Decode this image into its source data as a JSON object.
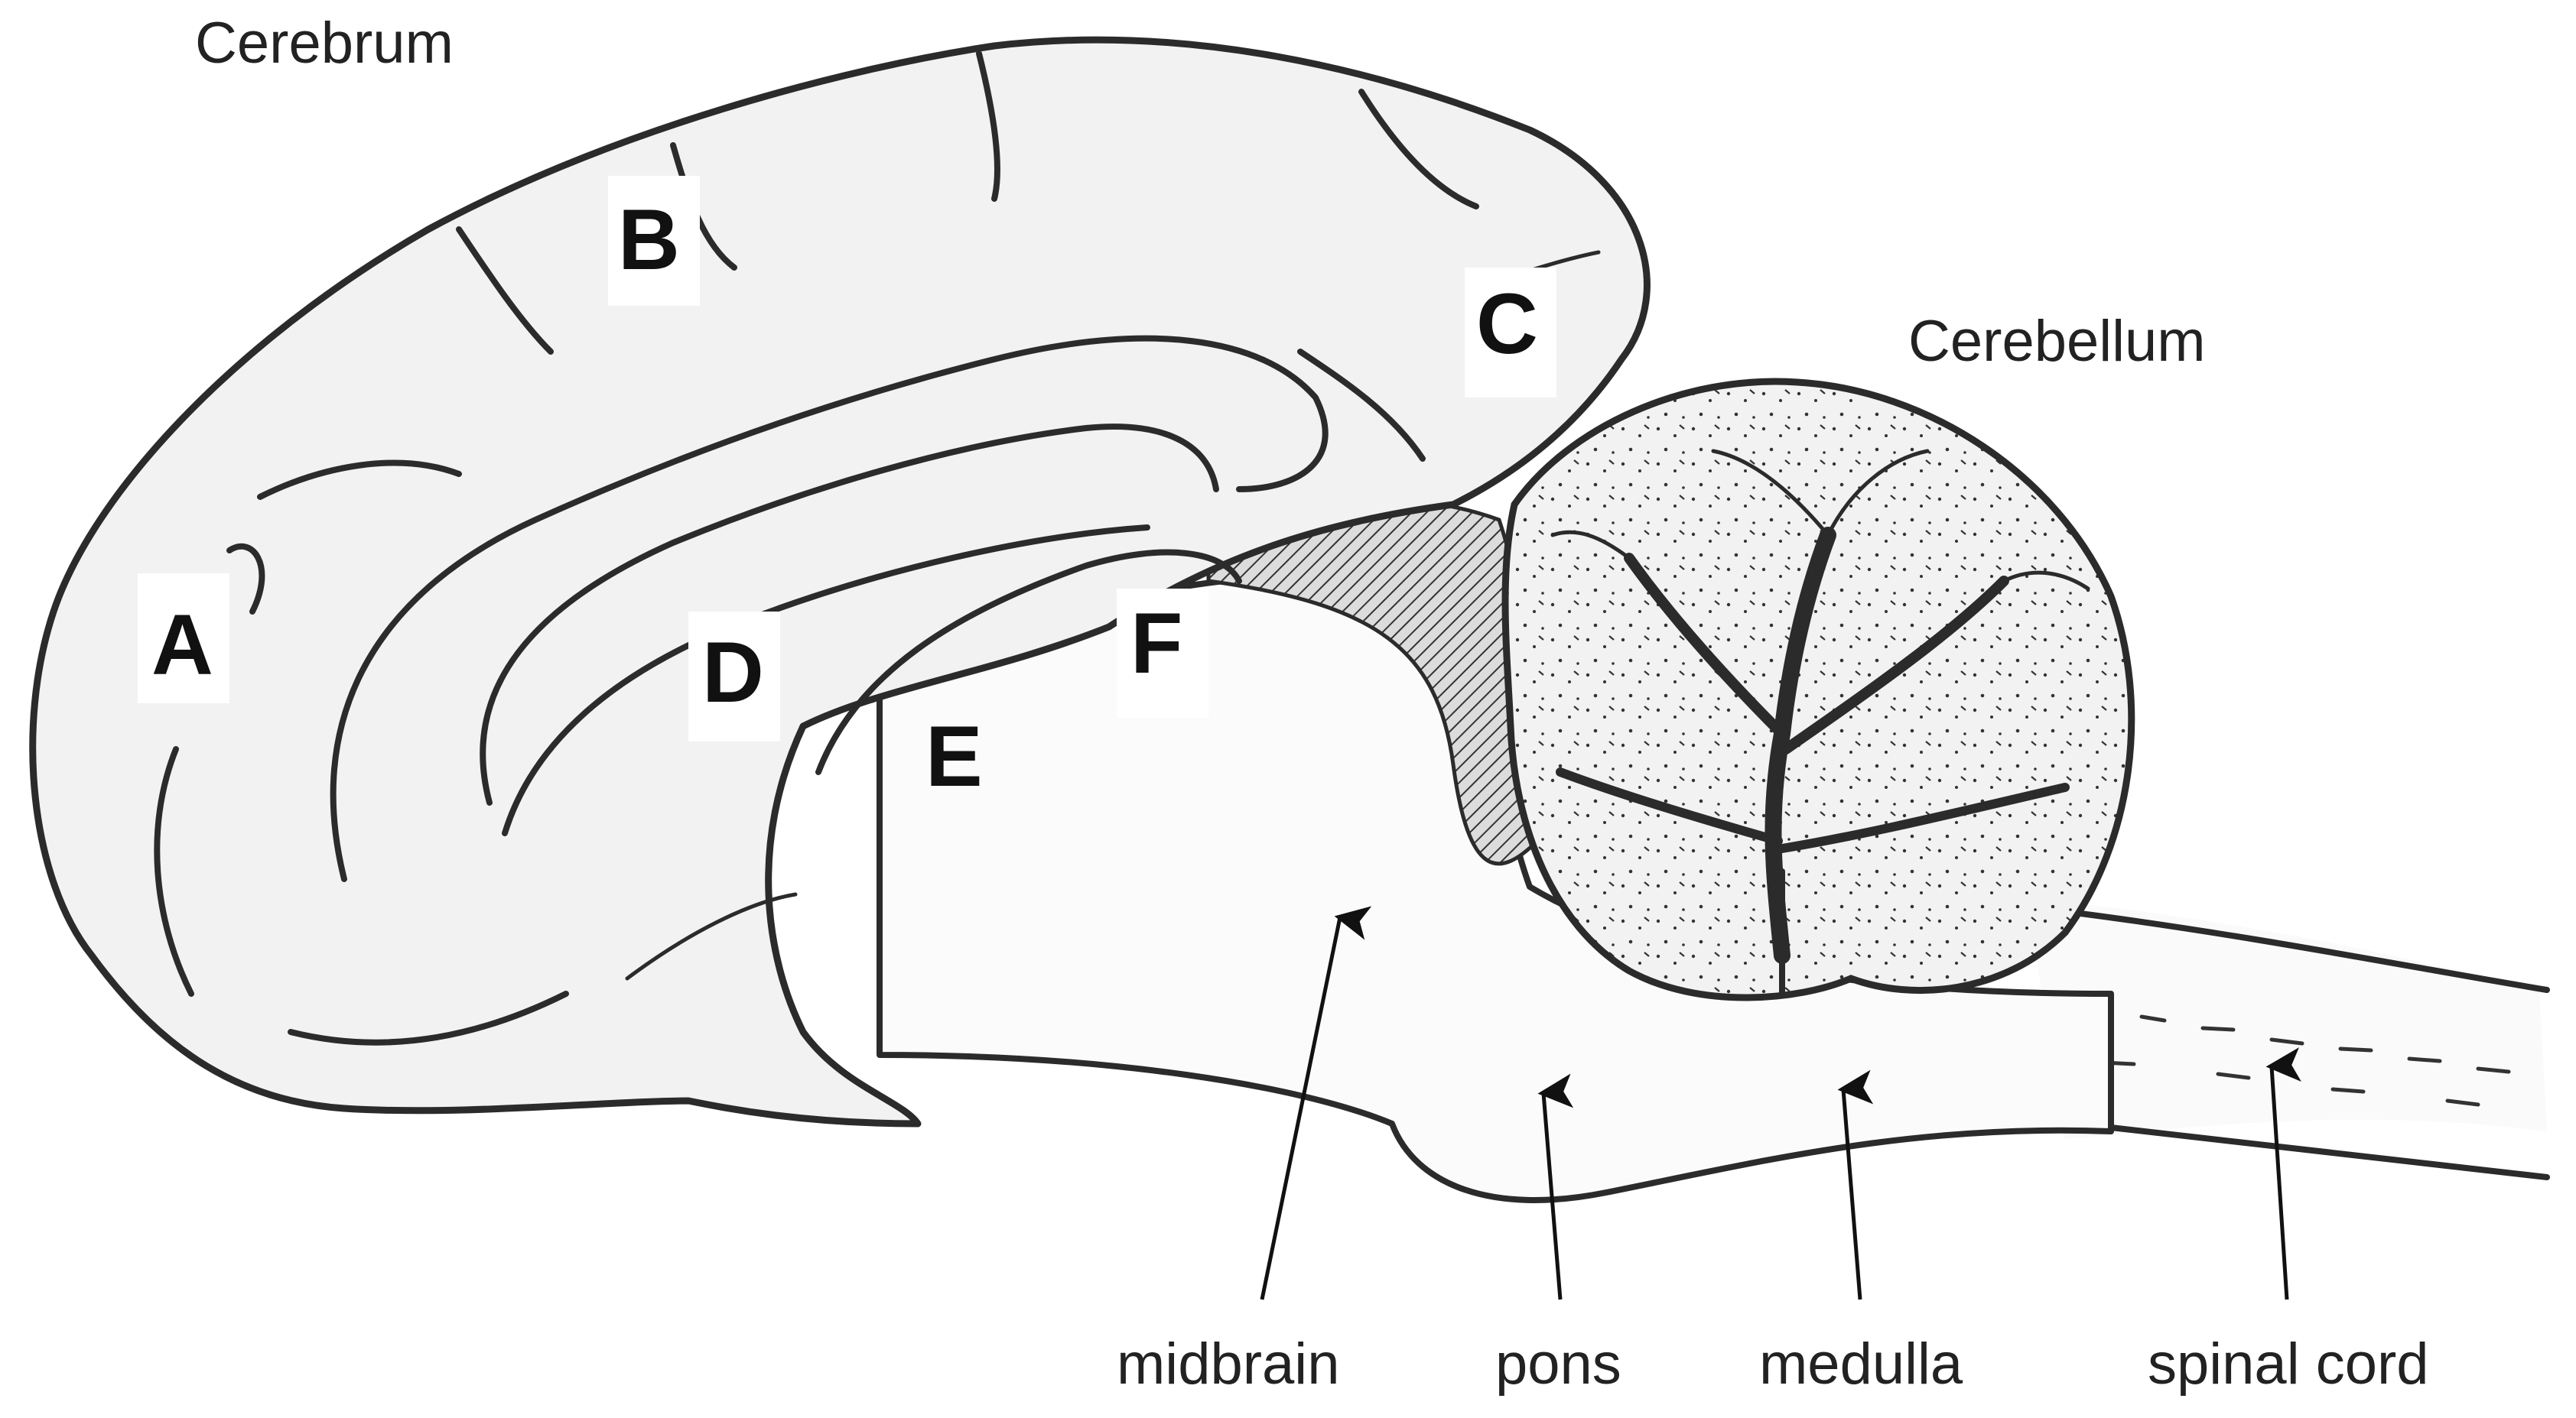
{
  "diagram": {
    "regions": {
      "cerebrum": "Cerebrum",
      "cerebellum": "Cerebellum"
    },
    "parts": {
      "a": "A",
      "b": "B",
      "c": "C",
      "d": "D",
      "e": "E",
      "f": "F"
    },
    "callouts": {
      "midbrain": "midbrain",
      "pons": "pons",
      "medulla": "medulla",
      "spinal_cord": "spinal cord"
    }
  }
}
